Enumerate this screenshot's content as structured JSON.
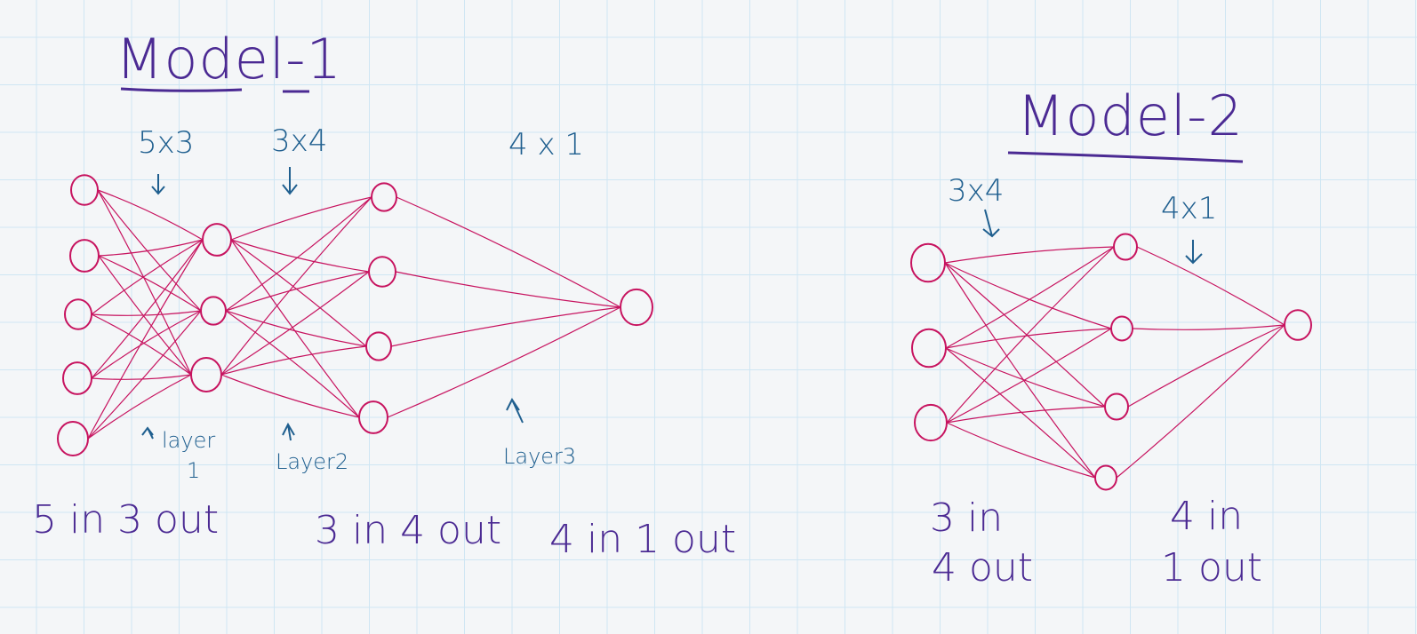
{
  "colors": {
    "ink_purple": "#4b2a93",
    "ink_blue": "#1f5f8f",
    "ink_magenta": "#c7135f",
    "grid": "#cfe6f3",
    "paper": "#f4f6f8"
  },
  "model1": {
    "title": "Model-1",
    "dims": [
      "5x3",
      "3x4",
      "4 x 1"
    ],
    "layer_labels": [
      "layer",
      "1",
      "Layer2",
      "Layer3"
    ],
    "io_labels": [
      "5 in 3 out",
      "3 in 4 out",
      "4 in 1 out"
    ],
    "layers": [
      5,
      3,
      4,
      1
    ]
  },
  "model2": {
    "title": "Model-2",
    "dims": [
      "3x4",
      "4x1"
    ],
    "io_labels": [
      "3 in",
      "4 out",
      "4 in",
      "1 out"
    ],
    "layers": [
      3,
      4,
      1
    ]
  }
}
